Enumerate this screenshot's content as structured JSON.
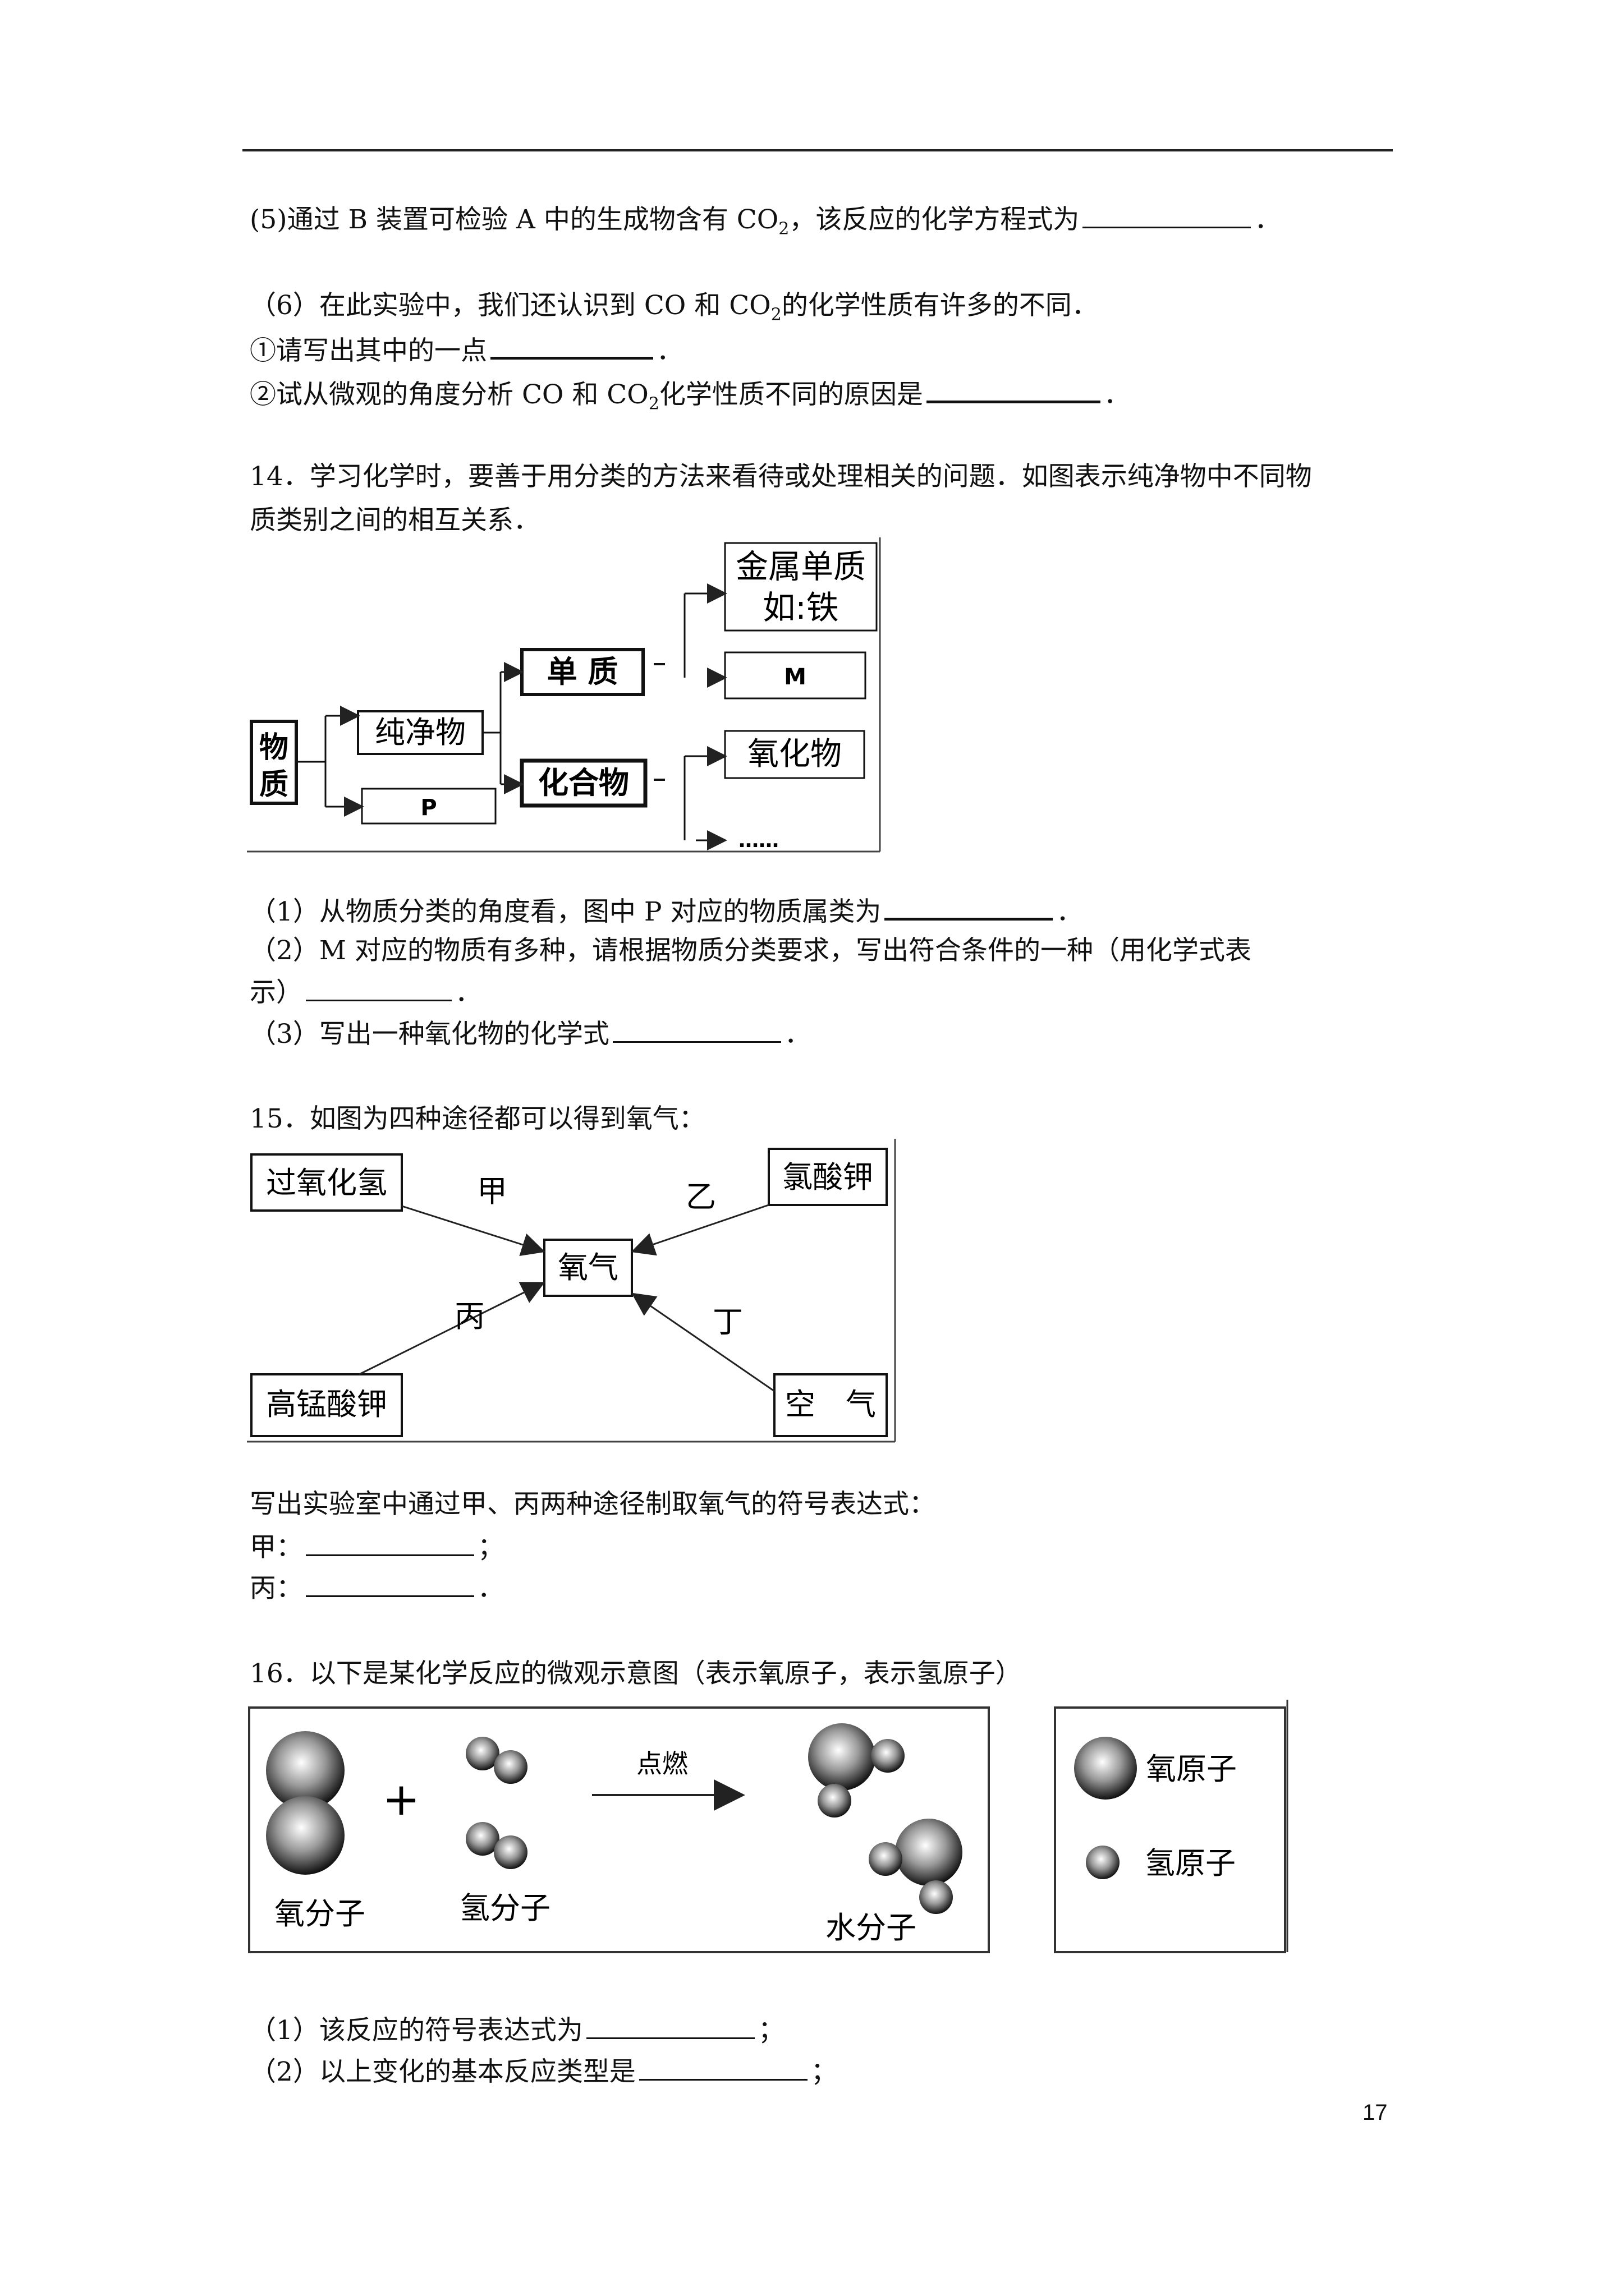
{
  "q13": {
    "l5a": "(5)通过 B 装置可检验 A 中的生成物含有 CO",
    "l5b": "，该反应的化学方程式为",
    "l6": "（6）在此实验中，我们还认识到 CO 和 CO",
    "l6b": "的化学性质有许多的不同．",
    "l6_1": "①请写出其中的一点",
    "l6_2a": "②试从微观的角度分析 CO 和 CO",
    "l6_2b": "化学性质不同的原因是",
    "sub2": "2",
    "period": "．"
  },
  "q14": {
    "stem1": "14．学习化学时，要善于用分类的方法来看待或处理相关的问题．如图表示纯净物中不同物",
    "stem2": "质类别之间的相互关系．",
    "diagram": {
      "wu": "物",
      "zhi": "质",
      "pure": "纯净物",
      "p": "P",
      "elem": "单 质",
      "comp": "化合物",
      "metal1": "金属单质",
      "metal2": "如:铁",
      "m": "M",
      "oxide": "氧化物",
      "dots": "……"
    },
    "s1": "（1）从物质分类的角度看，图中 P 对应的物质属类为",
    "s2a": "（2）M 对应的物质有多种，请根据物质分类要求，写出符合条件的一种（用化学式表",
    "s2b": "示）",
    "s3": "（3）写出一种氧化物的化学式"
  },
  "q15": {
    "stem": "15．如图为四种途径都可以得到氧气：",
    "diagram": {
      "h2o2": "过氧化氢",
      "kclo3": "氯酸钾",
      "kmno4": "高锰酸钾",
      "air": "空　气",
      "o2": "氧气",
      "jia": "甲",
      "yi": "乙",
      "bing": "丙",
      "ding": "丁"
    },
    "ask": "写出实验室中通过甲、丙两种途径制取氧气的符号表达式：",
    "jia": "甲：",
    "bing": "丙：",
    "semi": "；"
  },
  "q16": {
    "stem": "16．以下是某化学反应的微观示意图（表示氧原子，表示氢原子）",
    "diagram": {
      "plus": "+",
      "ignite": "点燃",
      "o2mol": "氧分子",
      "h2mol": "氢分子",
      "h2omol": "水分子",
      "oatom": "氧原子",
      "hatom": "氢原子"
    },
    "s1": "（1）该反应的符号表达式为",
    "s2": "（2）以上变化的基本反应类型是"
  },
  "page_number": "17"
}
